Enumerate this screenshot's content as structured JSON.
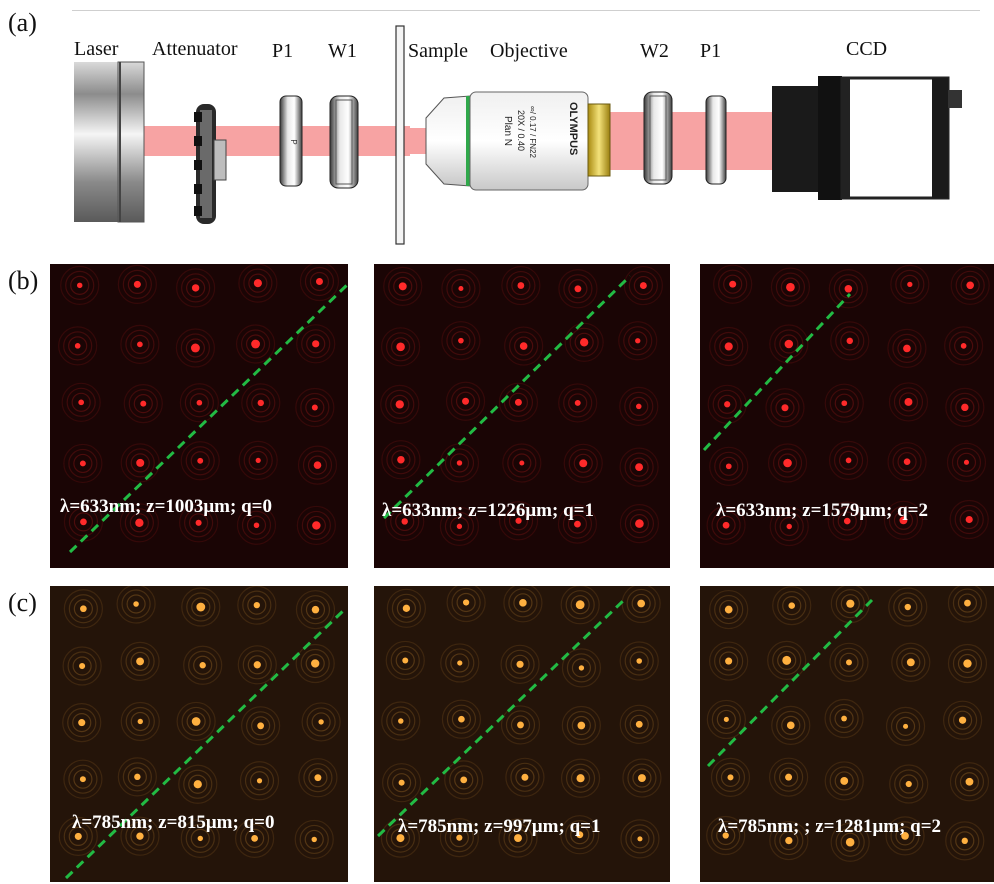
{
  "panels": {
    "a": "(a)",
    "b": "(b)",
    "c": "(c)"
  },
  "setup": {
    "components": {
      "laser": "Laser",
      "attenuator": "Attenuator",
      "p1_left": "P1",
      "w1": "W1",
      "sample": "Sample",
      "objective": "Objective",
      "w2": "W2",
      "p1_right": "P1",
      "ccd": "CCD"
    },
    "objective_text": [
      "Plan N",
      "20X / 0.40",
      "∞/ 0.17 / FN22"
    ],
    "objective_brand": "OLYMPUS",
    "beam_color": "#f7a3a3"
  },
  "images": {
    "row_b": [
      {
        "caption": "λ=633nm; z=1003μm; q=0"
      },
      {
        "caption": "λ=633nm; z=1226μm; q=1"
      },
      {
        "caption": "λ=633nm; z=1579μm; q=2"
      }
    ],
    "row_c": [
      {
        "caption": "λ=785nm; z=815μm; q=0"
      },
      {
        "caption": "λ=785nm; z=997μm; q=1"
      },
      {
        "caption": "λ=785nm; ; z=1281μm; q=2"
      }
    ],
    "colors": {
      "red_bg": "#1a0505",
      "red_spot": "#ff2a2a",
      "orange_bg": "#241409",
      "orange_spot": "#ffb040",
      "dashed_line": "#22bb44"
    }
  }
}
